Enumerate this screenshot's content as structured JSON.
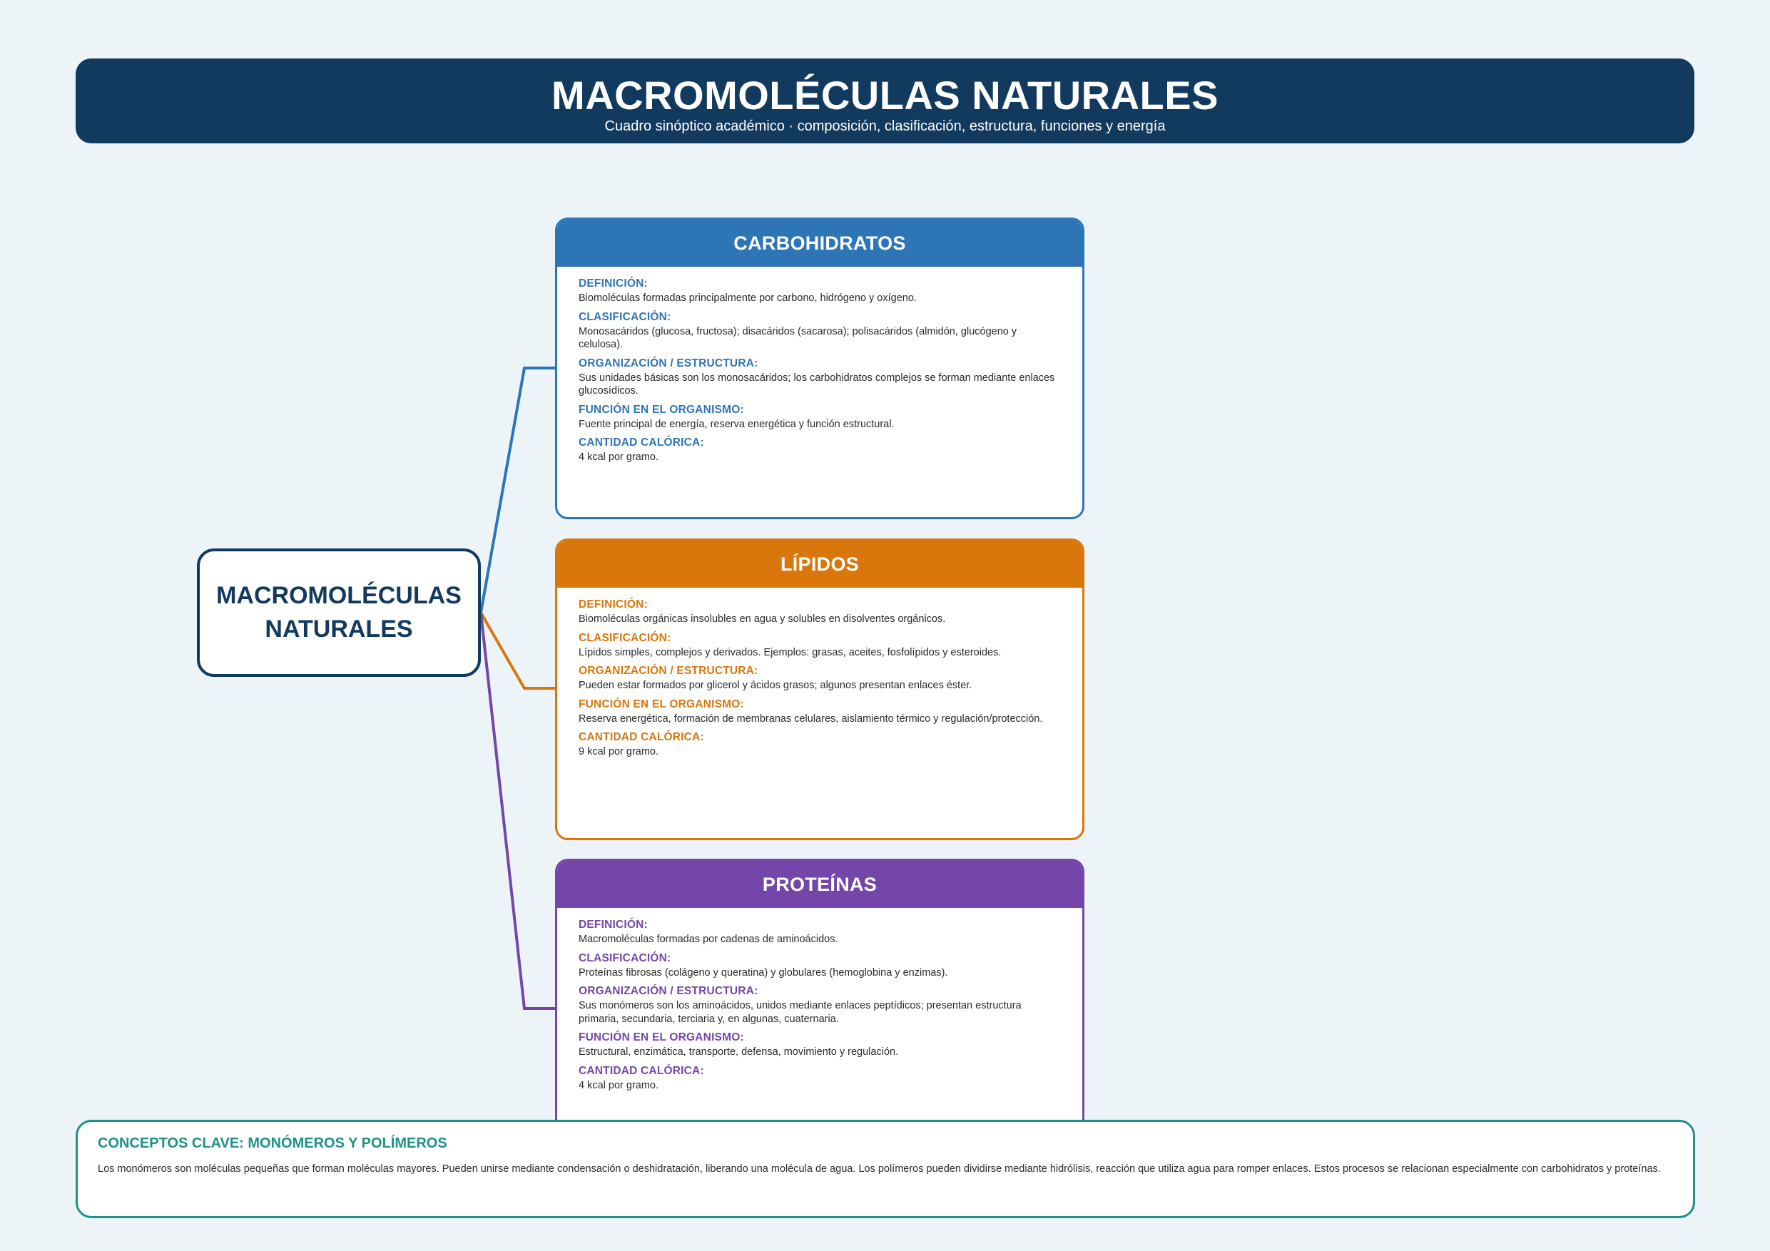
{
  "header": {
    "title": "MACROMOLÉCULAS NATURALES",
    "subtitle": "Cuadro sinóptico académico · composición, clasificación, estructura, funciones y energía"
  },
  "center": {
    "line1": "MACROMOLÉCULAS",
    "line2": "NATURALES"
  },
  "colors": {
    "carbohidratos": "#2e75b6",
    "lipidos": "#d9760c",
    "proteinas": "#7546a9",
    "header": "#123a5e",
    "conceptos": "#1f9088"
  },
  "cards": [
    {
      "title": "CARBOHIDRATOS",
      "fields": [
        {
          "label": "DEFINICIÓN:",
          "text": "Biomoléculas formadas principalmente por carbono, hidrógeno y oxígeno."
        },
        {
          "label": "CLASIFICACIÓN:",
          "text": "Monosacáridos (glucosa, fructosa); disacáridos (sacarosa); polisacáridos (almidón, glucógeno y celulosa)."
        },
        {
          "label": "ORGANIZACIÓN / ESTRUCTURA:",
          "text": "Sus unidades básicas son los monosacáridos; los carbohidratos complejos se forman mediante enlaces glucosídicos."
        },
        {
          "label": "FUNCIÓN EN EL ORGANISMO:",
          "text": "Fuente principal de energía, reserva energética y función estructural."
        },
        {
          "label": "CANTIDAD CALÓRICA:",
          "text": "4 kcal por gramo."
        }
      ]
    },
    {
      "title": "LÍPIDOS",
      "fields": [
        {
          "label": "DEFINICIÓN:",
          "text": "Biomoléculas orgánicas insolubles en agua y solubles en disolventes orgánicos."
        },
        {
          "label": "CLASIFICACIÓN:",
          "text": "Lípidos simples, complejos y derivados. Ejemplos: grasas, aceites, fosfolípidos y esteroides."
        },
        {
          "label": "ORGANIZACIÓN / ESTRUCTURA:",
          "text": "Pueden estar formados por glicerol y ácidos grasos; algunos presentan enlaces éster."
        },
        {
          "label": "FUNCIÓN EN EL ORGANISMO:",
          "text": "Reserva energética, formación de membranas celulares, aislamiento térmico y regulación/protección."
        },
        {
          "label": "CANTIDAD CALÓRICA:",
          "text": "9 kcal por gramo."
        }
      ]
    },
    {
      "title": "PROTEÍNAS",
      "fields": [
        {
          "label": "DEFINICIÓN:",
          "text": "Macromoléculas formadas por cadenas de aminoácidos."
        },
        {
          "label": "CLASIFICACIÓN:",
          "text": "Proteínas fibrosas (colágeno y queratina) y globulares (hemoglobina y enzimas)."
        },
        {
          "label": "ORGANIZACIÓN / ESTRUCTURA:",
          "text": "Sus monómeros son los aminoácidos, unidos mediante enlaces peptídicos; presentan estructura primaria, secundaria, terciaria y, en algunas, cuaternaria."
        },
        {
          "label": "FUNCIÓN EN EL ORGANISMO:",
          "text": "Estructural, enzimática, transporte, defensa, movimiento y regulación."
        },
        {
          "label": "CANTIDAD CALÓRICA:",
          "text": "4 kcal por gramo."
        }
      ]
    }
  ],
  "concepts": {
    "title": "CONCEPTOS CLAVE: MONÓMEROS Y POLÍMEROS",
    "text": "Los monómeros son moléculas pequeñas que forman moléculas mayores. Pueden unirse mediante condensación o deshidratación, liberando una molécula de agua. Los polímeros pueden dividirse mediante hidrólisis, reacción que utiliza agua para romper enlaces. Estos procesos se relacionan especialmente con carbohidratos y proteínas."
  }
}
